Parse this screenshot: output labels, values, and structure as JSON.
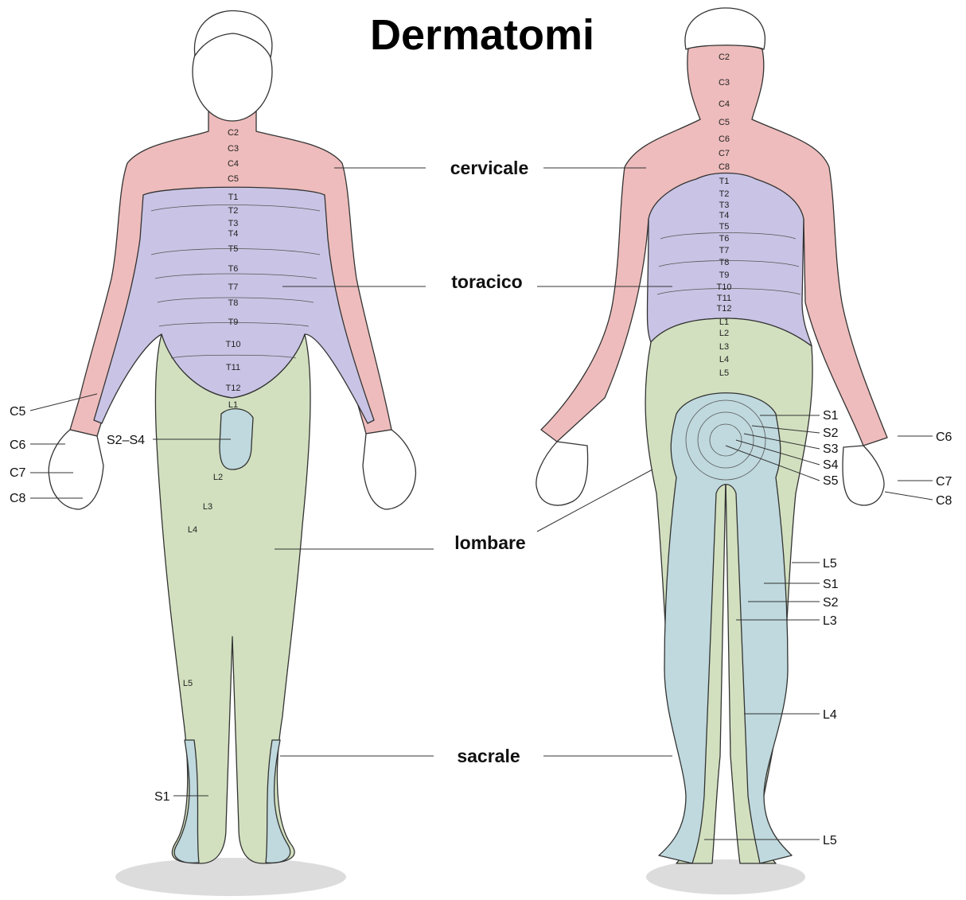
{
  "title": "Dermatomi",
  "regions": {
    "cervical": "cervicale",
    "thoracic": "toracico",
    "lumbar": "lombare",
    "sacral": "sacrale"
  },
  "colors": {
    "cervical": "#eebcbc",
    "thoracic": "#c9c4e5",
    "lumbar": "#d2e0bf",
    "sacral": "#bfd9de",
    "skin": "#ffffff",
    "ground": "#dcdcdc"
  },
  "front": {
    "segments": [
      "C2",
      "C3",
      "C4",
      "C5",
      "T1",
      "T2",
      "T3",
      "T4",
      "T5",
      "T6",
      "T7",
      "T8",
      "T9",
      "T10",
      "T11",
      "T12",
      "L1"
    ],
    "leg_labels": [
      "L2",
      "L3",
      "L4",
      "L5"
    ],
    "side_labels": [
      "C5",
      "C6",
      "C7",
      "C8",
      "S2–S4",
      "S1"
    ]
  },
  "back": {
    "segments": [
      "C2",
      "C3",
      "C4",
      "C5",
      "C6",
      "C7",
      "C8",
      "T1",
      "T2",
      "T3",
      "T4",
      "T5",
      "T6",
      "T7",
      "T8",
      "T9",
      "T10",
      "T11",
      "T12",
      "L1",
      "L2",
      "L3",
      "L4",
      "L5"
    ],
    "side_labels": [
      "S1",
      "S2",
      "S3",
      "S4",
      "S5",
      "C6",
      "C7",
      "C8",
      "L5",
      "S1",
      "S2",
      "L3",
      "L4",
      "L5"
    ]
  }
}
